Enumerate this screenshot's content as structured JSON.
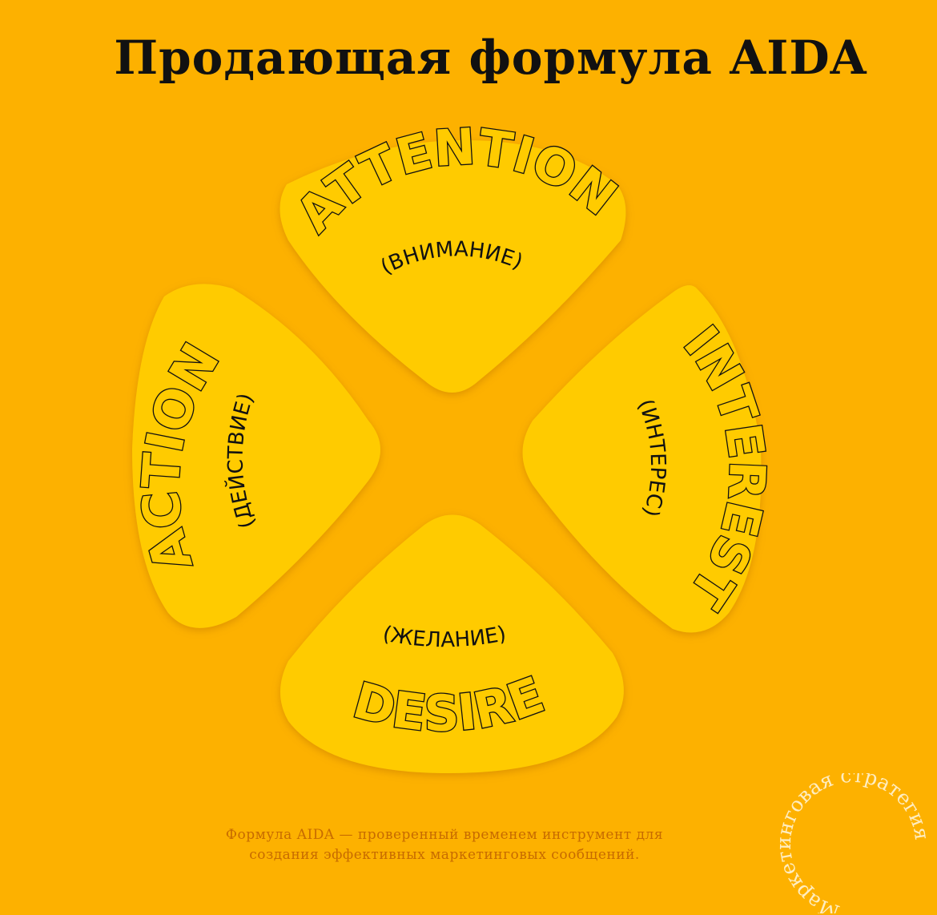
{
  "title": "Продающая формула AIDA",
  "segments": {
    "attention": {
      "word": "ATTENTION",
      "sub": "(ВНИМАНИЕ)"
    },
    "interest": {
      "word": "INTEREST",
      "sub": "(ИНТЕРЕС)"
    },
    "desire": {
      "word": "DESIRE",
      "sub": "(ЖЕЛАНИЕ)"
    },
    "action": {
      "word": "ACTION",
      "sub": "(ДЕЙСТВИЕ)"
    }
  },
  "caption": {
    "line1": "Формула AIDA — проверенный временем инструмент для",
    "line2": "создания эффективных маркетинговых сообщений."
  },
  "stamp_text": "Маркетинговая стратегия",
  "colors": {
    "background": "#FDB100",
    "segment": "#FFCB00",
    "ink": "#111111",
    "caption": "#C76B00"
  }
}
